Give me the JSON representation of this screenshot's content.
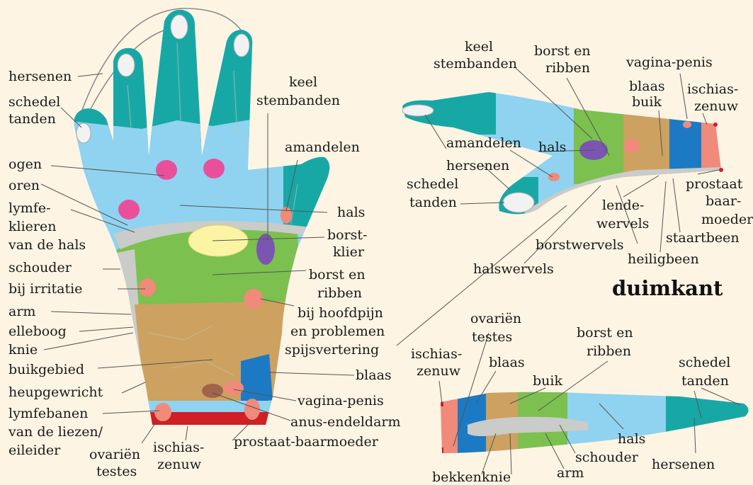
{
  "colors": {
    "background": "#fdf4e3",
    "teal": "#17a8a6",
    "light_blue": "#8fd3f0",
    "green": "#7cc04f",
    "tan": "#cda15f",
    "gray": "#c9ccc9",
    "pink": "#ea4f9b",
    "salmon": "#f08a7a",
    "purple": "#7a56b2",
    "yellow": "#fbf4a2",
    "blue": "#1c7ac4",
    "red": "#d01f25"
  },
  "palm": {
    "hersenen": "hersenen",
    "schedel": "schedel",
    "tanden": "tanden",
    "ogen": "ogen",
    "oren": "oren",
    "lymfe1": "lymfe-",
    "lymfe2": "klieren",
    "lymfe3": "van de hals",
    "schouder": "schouder",
    "bij_irritatie": "bij irritatie",
    "arm": "arm",
    "elleboog": "elleboog",
    "knie": "knie",
    "buikgebied": "buikgebied",
    "heupgewricht": "heupgewricht",
    "lymfebanen1": "lymfebanen",
    "lymfebanen2": "van de liezen/",
    "lymfebanen3": "eileider",
    "ovarien": "ovariën",
    "testes": "testes",
    "ischias1": "ischias-",
    "ischias2": "zenuw",
    "keel": "keel",
    "stembanden": "stembanden",
    "amandelen": "amandelen",
    "hals": "hals",
    "borstklier1": "borst-",
    "borstklier2": "klier",
    "borst1": "borst en",
    "borst2": "ribben",
    "hoofdpijn1": "bij hoofdpijn",
    "hoofdpijn2": "en problemen",
    "hoofdpijn3": "spijsvertering",
    "blaas": "blaas",
    "vagina": "vagina-penis",
    "anus": "anus-endeldarm",
    "prostaat": "prostaat-baarmoeder"
  },
  "thumb_side": {
    "title": "duimkant",
    "keel": "keel",
    "stembanden": "stembanden",
    "borst1": "borst en",
    "borst2": "ribben",
    "vagina": "vagina-penis",
    "blaas": "blaas",
    "buik": "buik",
    "ischias1": "ischias-",
    "ischias2": "zenuw",
    "amandelen": "amandelen",
    "hals": "hals",
    "hersenen": "hersenen",
    "schedel": "schedel",
    "tanden": "tanden",
    "prostaat": "prostaat",
    "baar": "baar-",
    "moeder": "moeder",
    "lende1": "lende-",
    "lende2": "wervels",
    "staartbeen": "staartbeen",
    "borstwervels": "borstwervels",
    "heiligbeen": "heiligbeen",
    "halswervels": "halswervels"
  },
  "pinky_side": {
    "ovarien": "ovariën",
    "testes": "testes",
    "borst1": "borst en",
    "borst2": "ribben",
    "ischias1": "ischias-",
    "ischias2": "zenuw",
    "blaas": "blaas",
    "buik": "buik",
    "schedel": "schedel",
    "tanden": "tanden",
    "hals": "hals",
    "schouder": "schouder",
    "hersenen": "hersenen",
    "arm": "arm",
    "bekken": "bekken",
    "knie": "knie"
  }
}
